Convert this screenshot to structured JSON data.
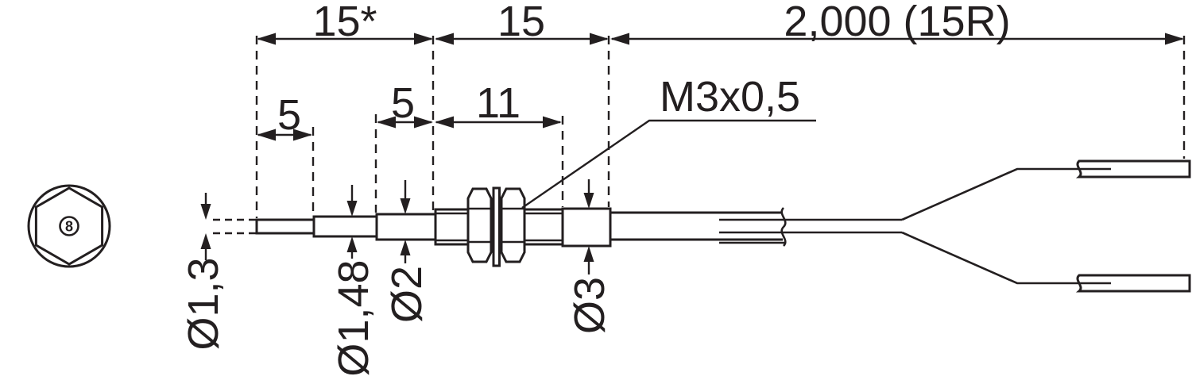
{
  "diagram": {
    "kind": "fiber-sensor-dimension-drawing",
    "line_color": "#231f20",
    "background_color": "#ffffff",
    "dims": {
      "seg_tip": "15*",
      "seg_thread": "15",
      "seg_cable": "2,000 (15R)",
      "tip_len": "5",
      "sleeve_len": "5",
      "thread_len": "11"
    },
    "labels": {
      "thread_spec": "M3x0,5",
      "dia_tip": "Ø1,3",
      "dia_mid": "Ø1,48",
      "dia_sleeve": "Ø2",
      "dia_body": "Ø3",
      "hex_marker": "8"
    }
  }
}
